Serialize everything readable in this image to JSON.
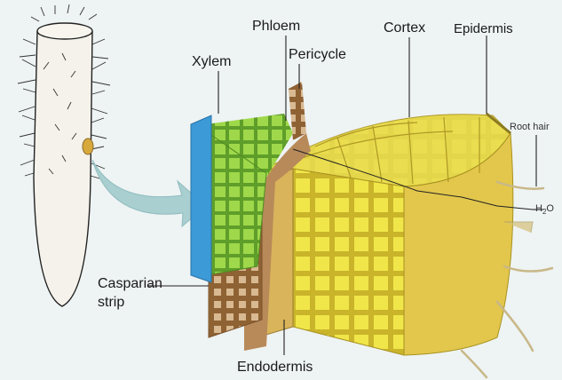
{
  "labels": {
    "xylem": "Xylem",
    "phloem": "Phloem",
    "pericycle": "Pericycle",
    "cortex": "Cortex",
    "epidermis": "Epidermis",
    "root_hair": "Root hair",
    "h2o_h": "H",
    "h2o_sub": "2",
    "h2o_o": "O",
    "casparian_line1": "Casparian",
    "casparian_line2": "strip",
    "endodermis": "Endodermis"
  },
  "colors": {
    "background": "#eef3f3",
    "xylem": "#3c9ad6",
    "phloem": "#8fcf3c",
    "pericycle": "#b88a5a",
    "endodermis": "#d9b45a",
    "cortex": "#e7dc3a",
    "epidermis": "#e2c74c",
    "arrow": "#a9cfd0"
  }
}
